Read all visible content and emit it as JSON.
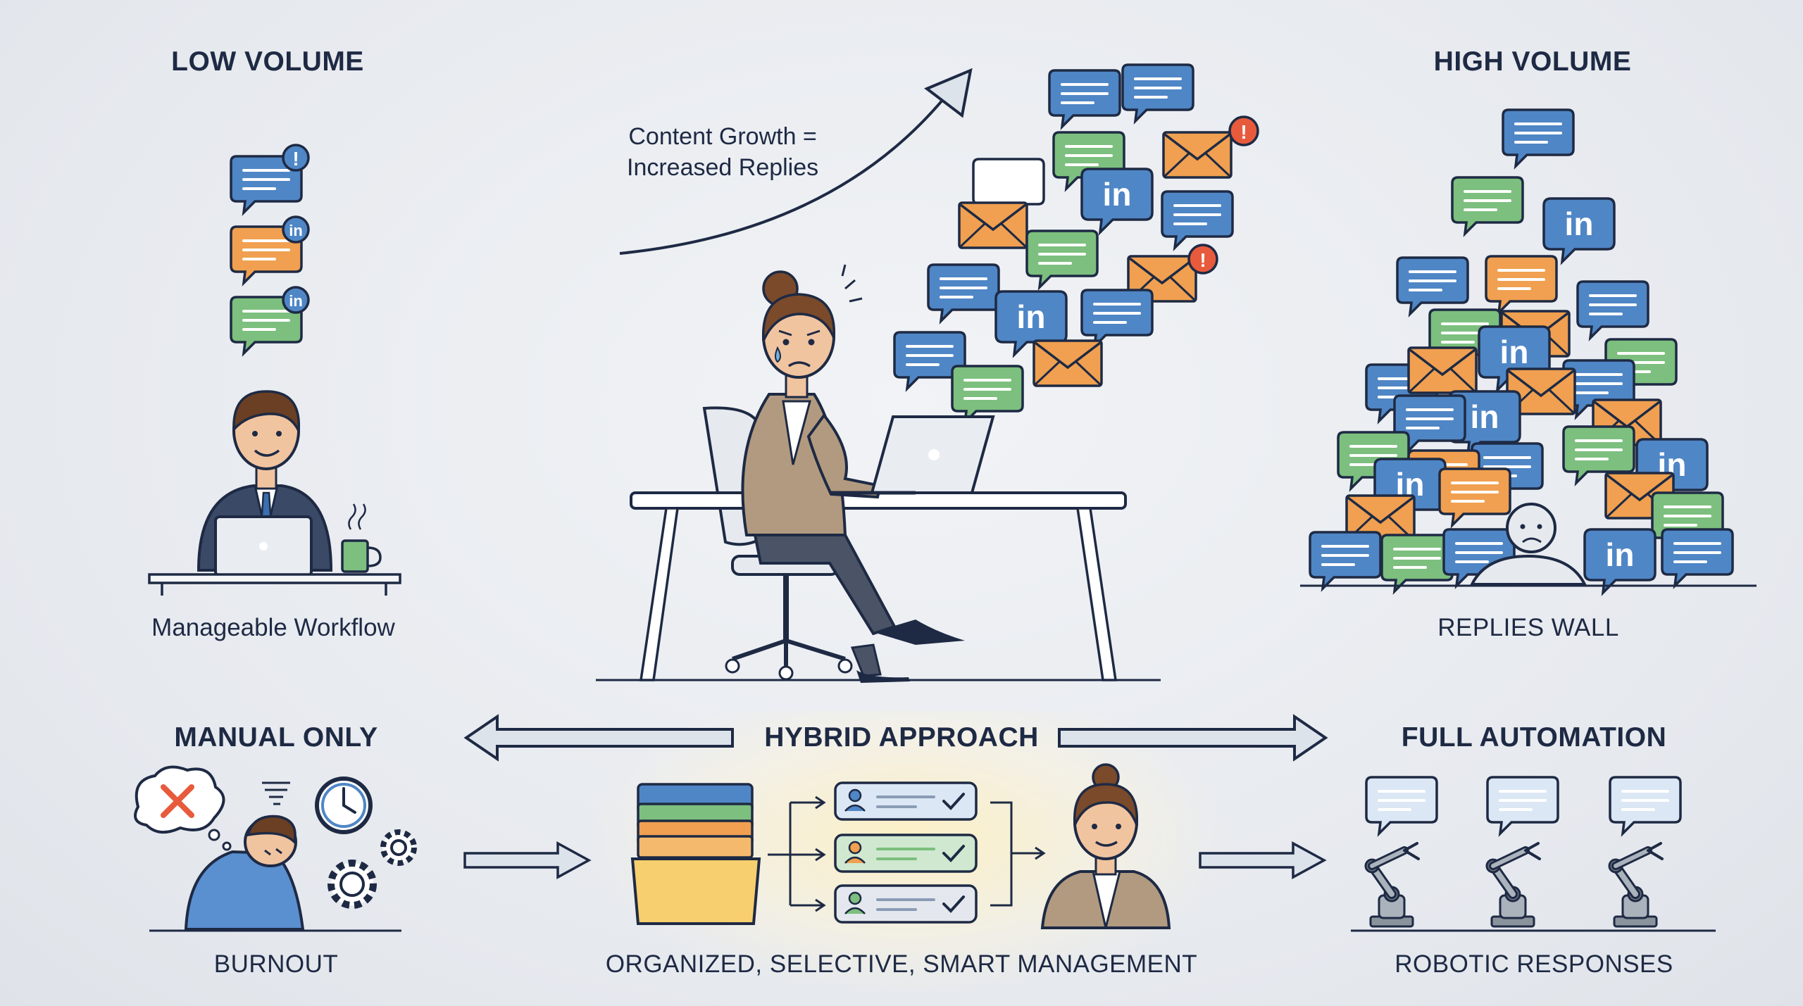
{
  "low_volume": {
    "heading": "LOW VOLUME",
    "caption": "Manageable Workflow"
  },
  "high_volume": {
    "heading": "HIGH VOLUME",
    "caption": "REPLIES WALL"
  },
  "growth": {
    "line1": "Content Growth =",
    "line2": "Increased Replies"
  },
  "spectrum": {
    "manual": {
      "heading": "MANUAL ONLY",
      "caption": "BURNOUT"
    },
    "hybrid": {
      "heading": "HYBRID APPROACH",
      "caption": "ORGANIZED, SELECTIVE, SMART MANAGEMENT"
    },
    "automation": {
      "heading": "FULL AUTOMATION",
      "caption": "ROBOTIC RESPONSES"
    }
  },
  "icons": {
    "badge_alert": "!",
    "linkedin": "in"
  },
  "colors": {
    "blue": "#4f86c6",
    "orange": "#f0a050",
    "green": "#7cbf7e",
    "navy": "#1e2a44",
    "alert": "#e85a3c"
  }
}
